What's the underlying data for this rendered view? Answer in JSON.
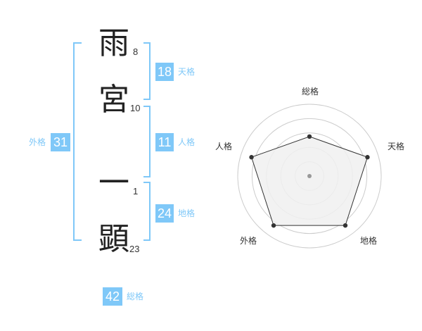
{
  "name": {
    "chars": [
      {
        "char": "雨",
        "strokes": "8"
      },
      {
        "char": "宮",
        "strokes": "10"
      },
      {
        "char": "一",
        "strokes": "1"
      },
      {
        "char": "顕",
        "strokes": "23"
      }
    ]
  },
  "kakusu": {
    "tenkaku": {
      "value": "18",
      "label": "天格"
    },
    "jinkaku": {
      "value": "11",
      "label": "人格"
    },
    "chikaku": {
      "value": "24",
      "label": "地格"
    },
    "gaikaku": {
      "value": "31",
      "label": "外格"
    },
    "soukaku": {
      "value": "42",
      "label": "総格"
    }
  },
  "radar": {
    "axes": [
      "総格",
      "天格",
      "地格",
      "外格",
      "人格"
    ],
    "scores": [
      0.55,
      0.85,
      0.85,
      0.85,
      0.85
    ],
    "rings": 5,
    "colors": {
      "grid": "#cccccc",
      "fill": "#f0f0f0",
      "line": "#333333",
      "point": "#333333",
      "center": "#999999"
    }
  }
}
